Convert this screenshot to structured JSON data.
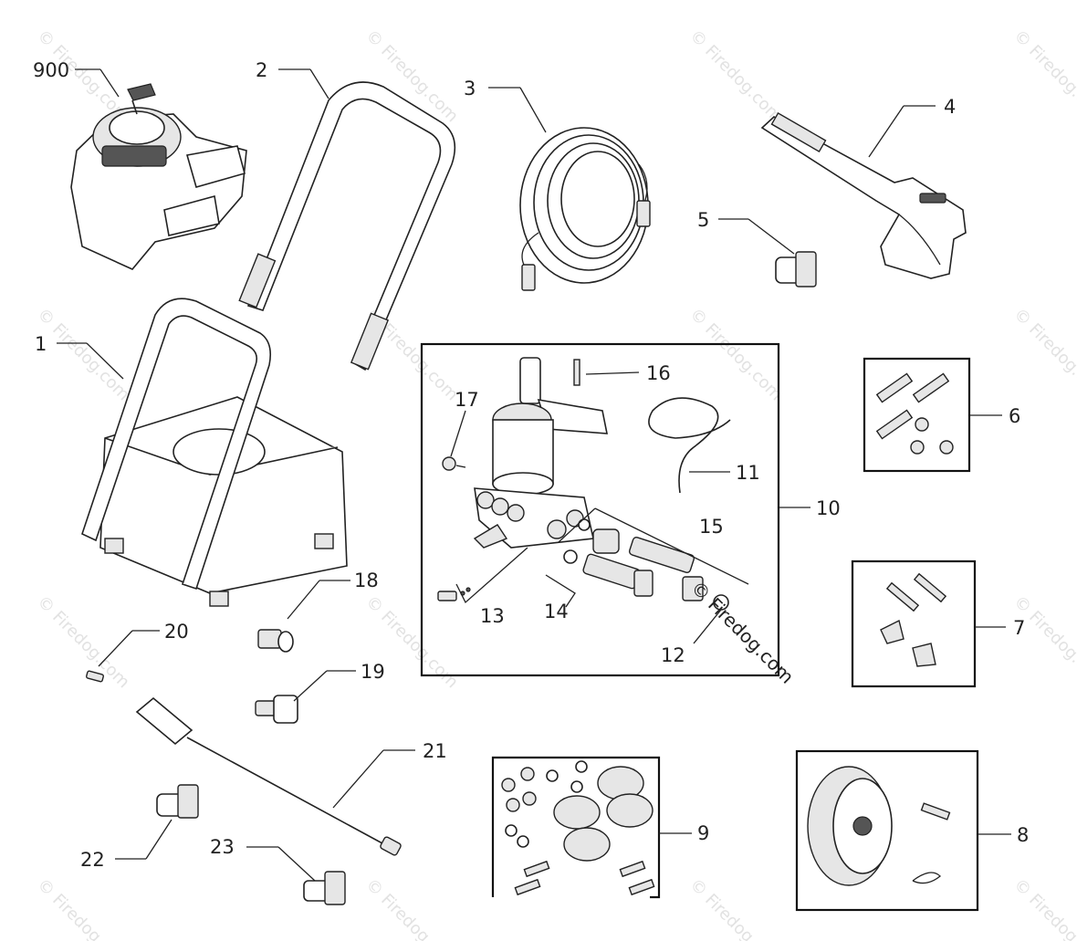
{
  "watermark": "© Firedog.com",
  "copyright_stamp": "© Firedog.com",
  "callouts": {
    "c900": "900",
    "c1": "1",
    "c2": "2",
    "c3": "3",
    "c4": "4",
    "c5": "5",
    "c6": "6",
    "c7": "7",
    "c8": "8",
    "c9": "9",
    "c10": "10",
    "c11": "11",
    "c12": "12",
    "c13": "13",
    "c14": "14",
    "c15": "15",
    "c16": "16",
    "c17": "17",
    "c18": "18",
    "c19": "19",
    "c20": "20",
    "c21": "21",
    "c22": "22",
    "c23": "23"
  }
}
